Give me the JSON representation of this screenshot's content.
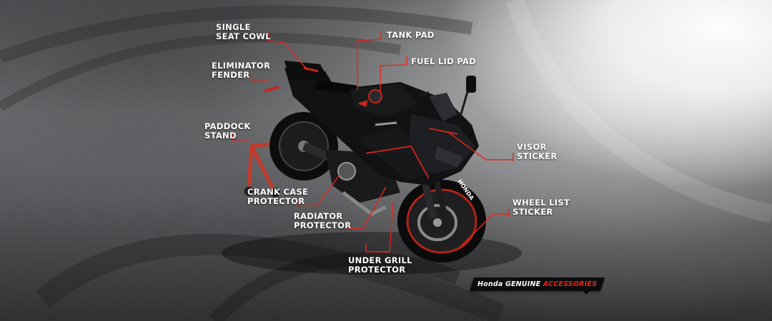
{
  "colors": {
    "accent": "#e2281c",
    "label": "#ffffff",
    "bike": "#111214"
  },
  "labels": {
    "single_seat_cowl": "SINGLE\nSEAT COWL",
    "tank_pad": "TANK PAD",
    "fuel_lid_pad": "FUEL LID PAD",
    "eliminator_fender": "ELIMINATOR\nFENDER",
    "paddock_stand": "PADDOCK\nSTAND",
    "visor_sticker": "VISOR\nSTICKER",
    "crank_case_protector": "CRANK CASE\nPROTECTOR",
    "radiator_protector": "RADIATOR\nPROTECTOR",
    "wheel_list_sticker": "WHEEL LIST\nSTICKER",
    "under_grill_protector": "UNDER GRILL\nPROTECTOR"
  },
  "brand": {
    "prefix": "Honda GENUINE",
    "accent": "ACCESSORIES"
  },
  "subject": {
    "icon": "motorcycle-illustration"
  }
}
